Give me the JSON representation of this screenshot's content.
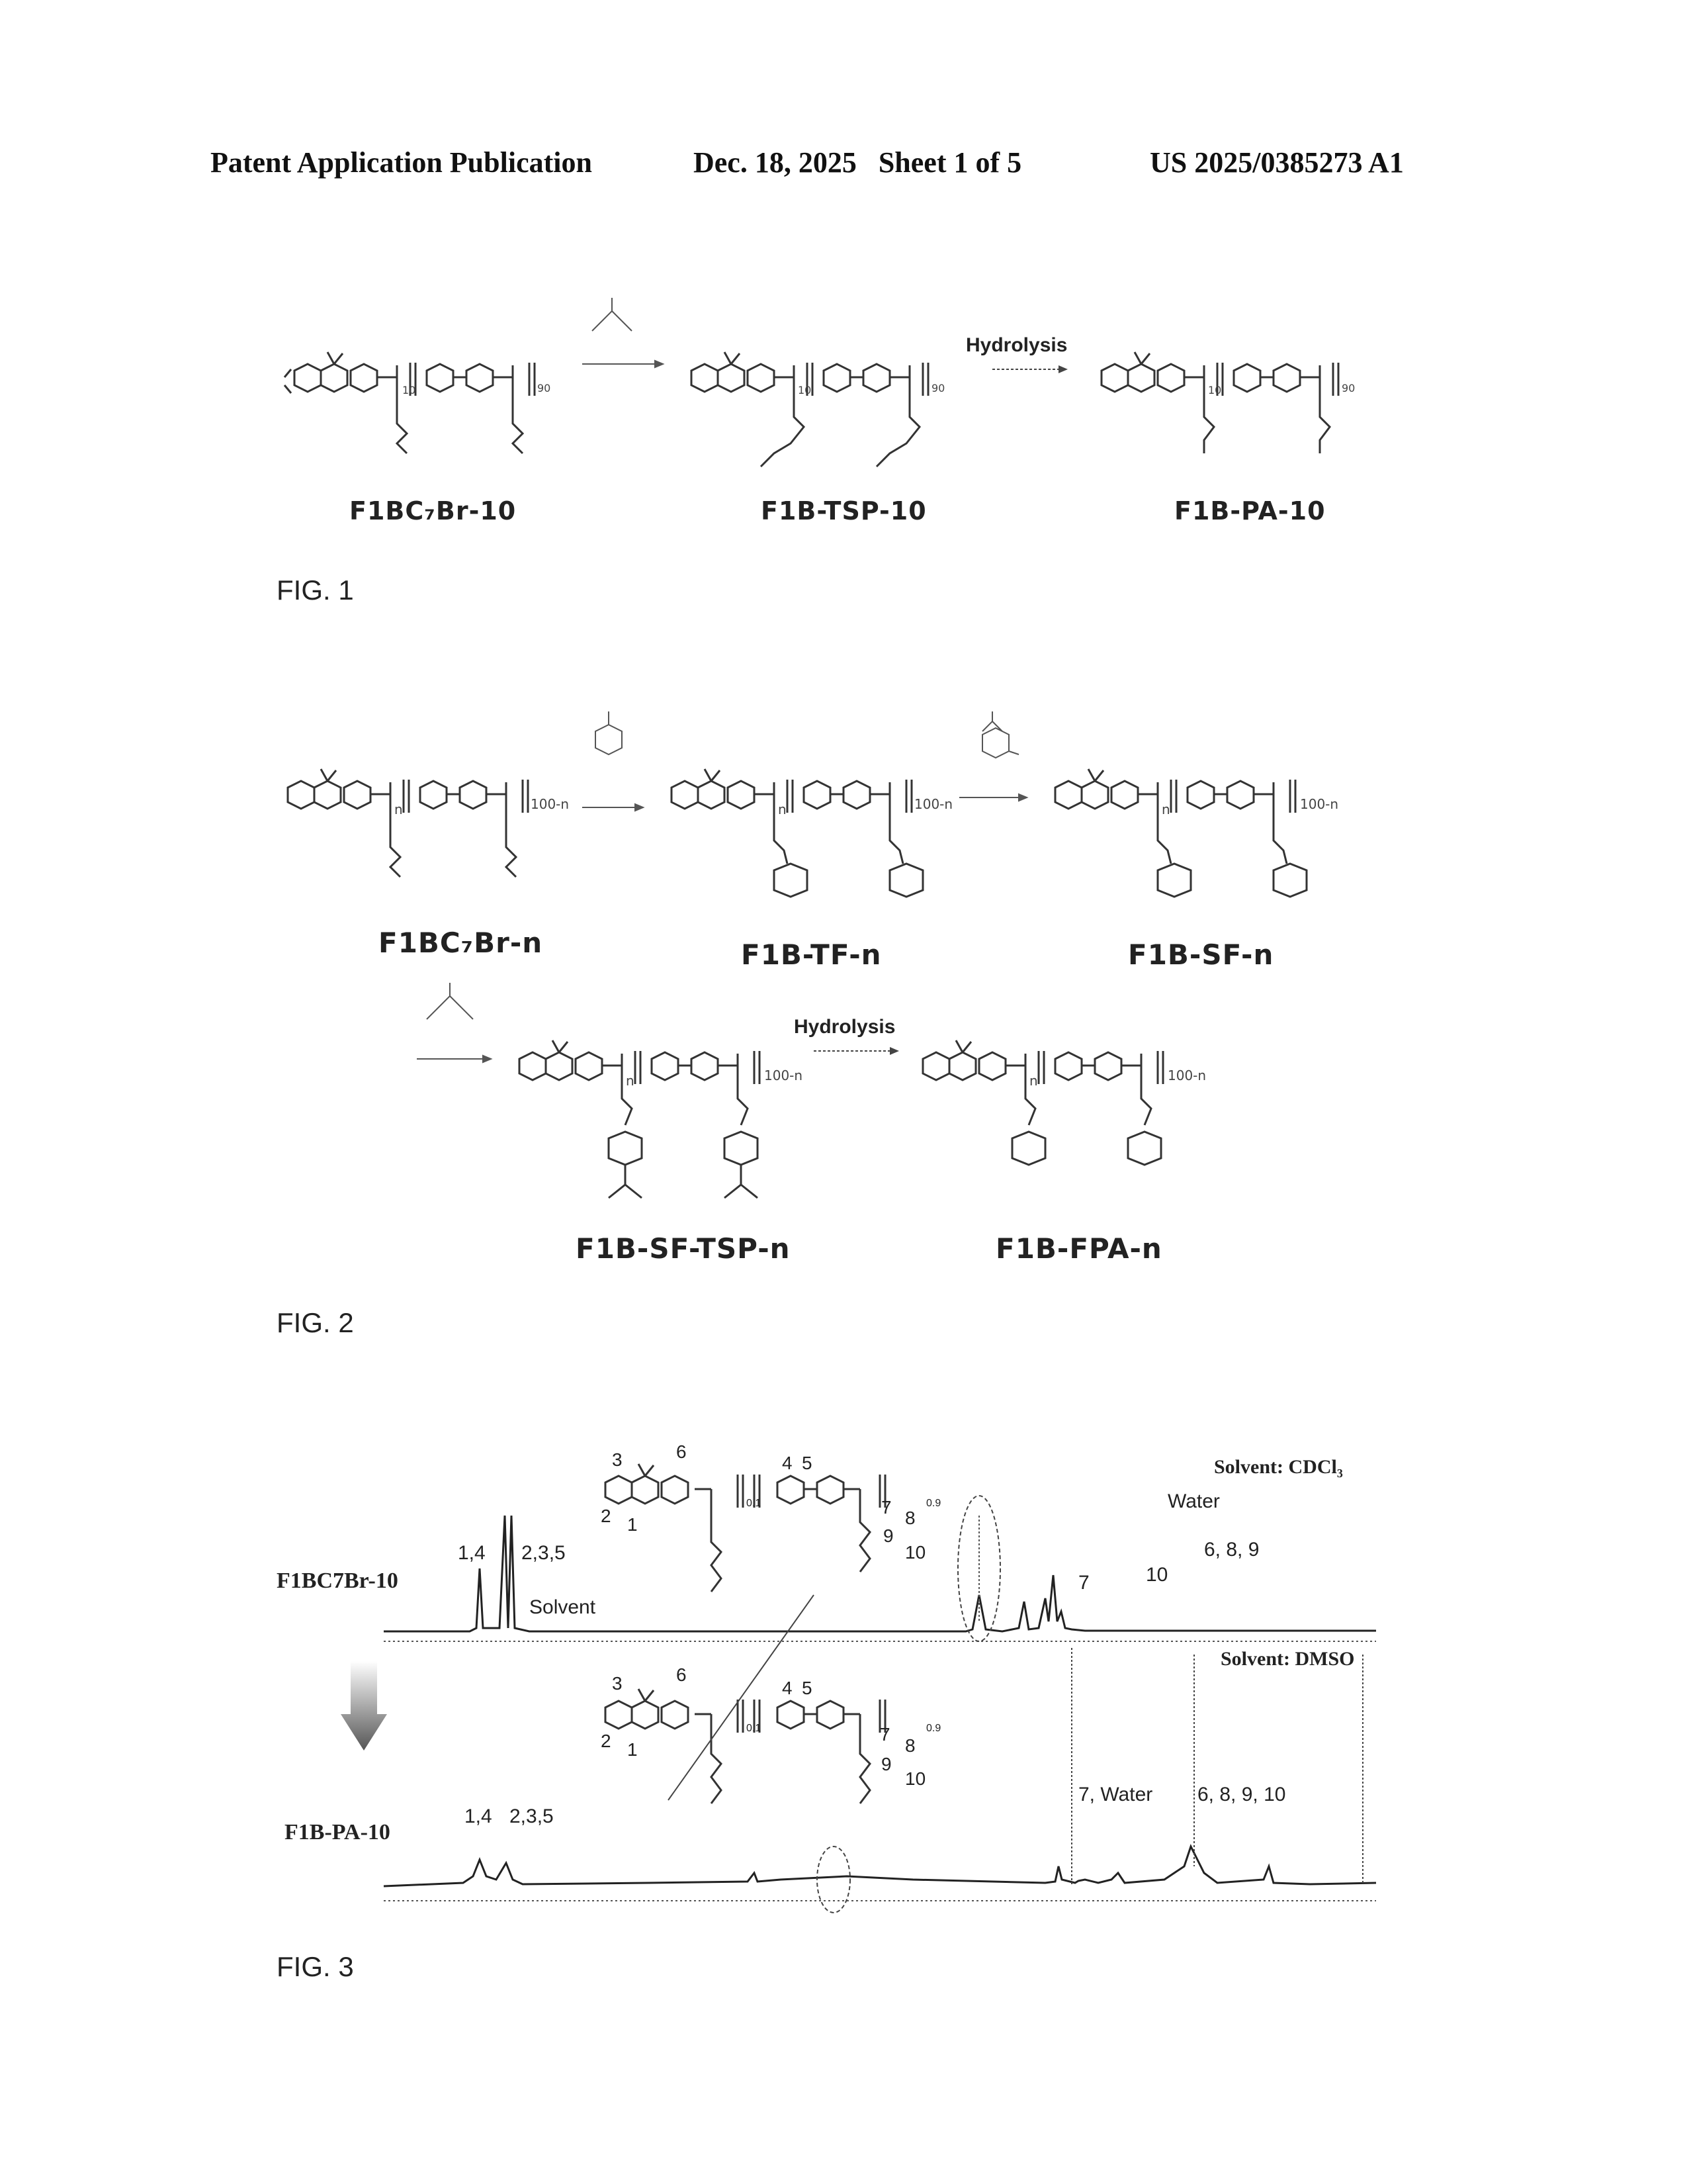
{
  "header": {
    "publication": "Patent Application Publication",
    "date_sheet": "Dec. 18, 2025   Sheet 1 of 5",
    "number": "US 2025/0385273 A1"
  },
  "fig1": {
    "label": "FIG. 1",
    "arrow_text": "Hydrolysis",
    "compounds": [
      "F1BC₇Br-10",
      "F1B-TSP-10",
      "F1B-PA-10"
    ],
    "subscripts": [
      "10",
      "90"
    ]
  },
  "fig2": {
    "label": "FIG. 2",
    "arrow_text": "Hydrolysis",
    "compounds_row1": [
      "F1BC₇Br-n",
      "F1B-TF-n",
      "F1B-SF-n"
    ],
    "compounds_row2": [
      "F1B-SF-TSP-n",
      "F1B-FPA-n"
    ],
    "subscripts": [
      "n",
      "100-n"
    ]
  },
  "fig3": {
    "label": "FIG. 3",
    "spectrum_top": {
      "name": "F1BC7Br-10",
      "solvent": "Solvent: CDCl₃",
      "peak_labels": [
        "1,4",
        "2,3,5",
        "Solvent",
        "7",
        "10",
        "Water",
        "6, 8, 9"
      ],
      "structure_numbers": [
        "3",
        "6",
        "2",
        "1",
        "4",
        "5",
        "7",
        "8",
        "9",
        "10"
      ],
      "subscripts": [
        "0.1",
        "0.9"
      ]
    },
    "spectrum_bottom": {
      "name": "F1B-PA-10",
      "solvent": "Solvent: DMSO",
      "peak_labels": [
        "1,4",
        "2,3,5",
        "7, Water",
        "6, 8, 9, 10"
      ],
      "structure_numbers": [
        "3",
        "6",
        "2",
        "1",
        "4",
        "5",
        "7",
        "8",
        "9",
        "10"
      ],
      "subscripts": [
        "0.1",
        "0.9"
      ]
    }
  }
}
